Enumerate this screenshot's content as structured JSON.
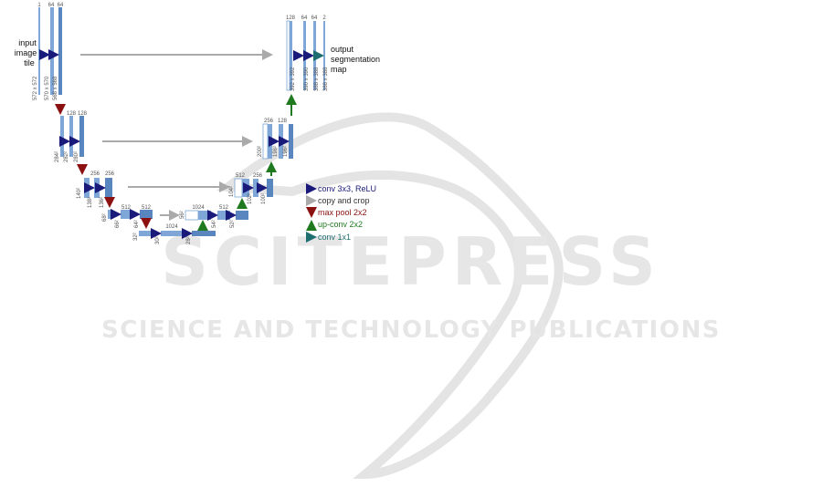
{
  "diagram": {
    "input_label": [
      "input",
      "image",
      "tile"
    ],
    "output_label": [
      "output",
      "segmentation",
      "map"
    ],
    "channel_labels": {
      "l1": [
        "1",
        "64",
        "64"
      ],
      "l2": [
        "128",
        "128"
      ],
      "l3": [
        "256",
        "256"
      ],
      "l4": [
        "512",
        "512"
      ],
      "l5": [
        "1024"
      ],
      "l5_bottom": "1024",
      "r4": [
        "1024",
        "512"
      ],
      "r3": [
        "512",
        "256"
      ],
      "r2": [
        "256",
        "128"
      ],
      "r1": [
        "128",
        "64",
        "64",
        "2"
      ]
    },
    "size_labels": {
      "l1": [
        "572 x 572",
        "570 x 570",
        "568 x 568"
      ],
      "l2": [
        "284²",
        "282²",
        "280²"
      ],
      "l3": [
        "140²",
        "138²",
        "136²"
      ],
      "l4": [
        "68²",
        "66²",
        "64²"
      ],
      "l5": [
        "32²",
        "30²",
        "28²"
      ],
      "r4": [
        "56²",
        "54²",
        "52²"
      ],
      "r3": [
        "104²",
        "102²",
        "100²"
      ],
      "r2": [
        "200²",
        "198²",
        "196²"
      ],
      "r1": [
        "392 x 392",
        "390 x 390",
        "388 x 388",
        "388 x 388"
      ]
    }
  },
  "legend": [
    {
      "label": "conv 3x3, ReLU",
      "color": "#1a1a7a",
      "icon": "right-arrow"
    },
    {
      "label": "copy and crop",
      "color": "#aaaaaa",
      "icon": "right-arrow"
    },
    {
      "label": "max pool 2x2",
      "color": "#8b1010",
      "icon": "down-arrow"
    },
    {
      "label": "up-conv 2x2",
      "color": "#1f7a1f",
      "icon": "up-arrow"
    },
    {
      "label": "conv 1x1",
      "color": "#1f6e70",
      "icon": "right-arrow"
    }
  ],
  "watermark": {
    "title": "SCITEPRESS",
    "subtitle": "SCIENCE AND TECHNOLOGY PUBLICATIONS"
  },
  "colors": {
    "block": "#7ea6d6",
    "block_dark": "#5a86c0",
    "watermark": "#e4e4e4"
  }
}
